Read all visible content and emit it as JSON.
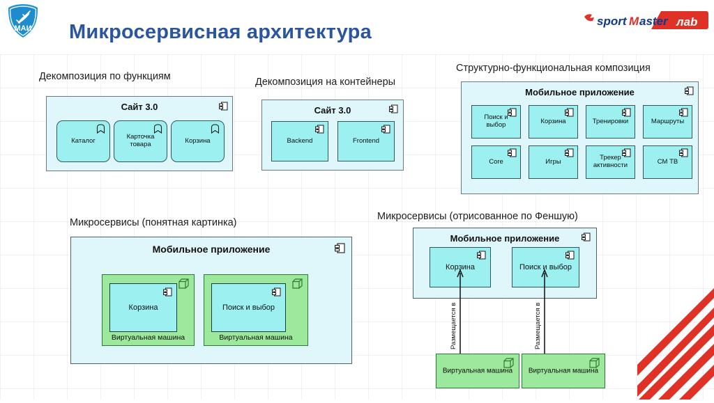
{
  "header": {
    "title": "Микросервисная архитектура",
    "left_logo_name": "МАИ",
    "right_logo_main": "sportmaster",
    "right_logo_badge": "lab"
  },
  "sections": {
    "functions": {
      "caption": "Декомпозиция по функциям",
      "package_title": "Сайт 3.0",
      "components": [
        {
          "label": "Каталог",
          "icon": "bookmark-icon"
        },
        {
          "label": "Карточка товара",
          "icon": "bookmark-icon"
        },
        {
          "label": "Корзина",
          "icon": "bookmark-icon"
        }
      ]
    },
    "containers": {
      "caption": "Декомпозиция на контейнеры",
      "package_title": "Сайт 3.0",
      "components": [
        {
          "label": "Backend",
          "icon": "uml-component-icon"
        },
        {
          "label": "Frontend",
          "icon": "uml-component-icon"
        }
      ]
    },
    "structural": {
      "caption": "Структурно-функциональная композиция",
      "package_title": "Мобильное приложение",
      "components": [
        {
          "label": "Поиск и выбор",
          "icon": "uml-component-icon"
        },
        {
          "label": "Корзина",
          "icon": "uml-component-icon"
        },
        {
          "label": "Тренировки",
          "icon": "uml-component-icon"
        },
        {
          "label": "Маршруты",
          "icon": "uml-component-icon"
        },
        {
          "label": "Core",
          "icon": "uml-component-icon"
        },
        {
          "label": "Игры",
          "icon": "uml-component-icon"
        },
        {
          "label": "Трекер активности",
          "icon": "uml-component-icon"
        },
        {
          "label": "СМ ТВ",
          "icon": "uml-component-icon"
        }
      ]
    },
    "microservices_clear": {
      "caption": "Микросервисы  (понятная картинка)",
      "package_title": "Мобильное приложение",
      "nodes": [
        {
          "node_label": "Виртуальная машина",
          "component_label": "Корзина"
        },
        {
          "node_label": "Виртуальная машина",
          "component_label": "Поиск и выбор"
        }
      ]
    },
    "microservices_feng": {
      "caption": "Микросервисы  (отрисованное по Феншую)",
      "package_title": "Мобильное приложение",
      "components": [
        {
          "label": "Корзина",
          "icon": "uml-component-icon"
        },
        {
          "label": "Поиск и выбор",
          "icon": "uml-component-icon"
        }
      ],
      "nodes": [
        {
          "label": "Виртуальная машина",
          "icon": "cube-node-icon"
        },
        {
          "label": "Виртуальная машина",
          "icon": "cube-node-icon"
        }
      ],
      "relations": [
        {
          "label": "Размещается в"
        },
        {
          "label": "Размещается в"
        }
      ]
    }
  },
  "colors": {
    "title_blue": "#2b559c",
    "component_cyan": "#9cf0f0",
    "package_cyan": "#dff7fb",
    "node_green": "#9ce89c",
    "accent_red": "#e03127"
  }
}
